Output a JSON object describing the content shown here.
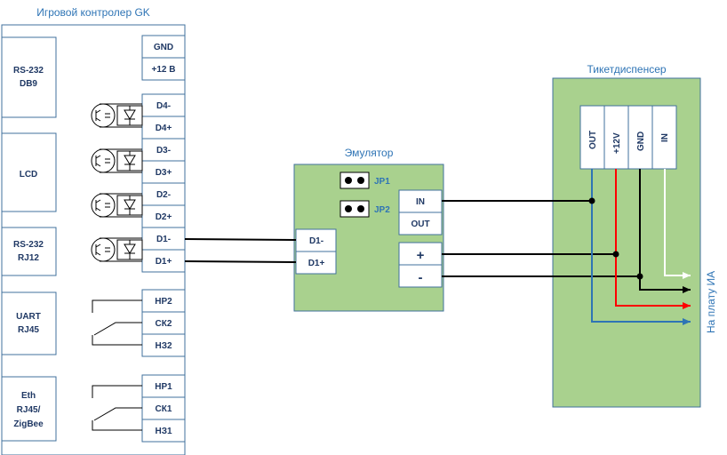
{
  "controller": {
    "title": "Игровой контролер GK",
    "ports": [
      {
        "line1": "RS-232",
        "line2": "DB9"
      },
      {
        "line1": "LCD",
        "line2": ""
      },
      {
        "line1": "RS-232",
        "line2": "RJ12"
      },
      {
        "line1": "UART",
        "line2": "RJ45"
      },
      {
        "line1": "Eth",
        "line2": "RJ45/",
        "line3": "ZigBee"
      }
    ],
    "terminals": [
      "GND",
      "+12 В",
      "D4-",
      "D4+",
      "D3-",
      "D3+",
      "D2-",
      "D2+",
      "D1-",
      "D1+",
      "НР2",
      "СК2",
      "НЗ2",
      "НР1",
      "СК1",
      "НЗ1"
    ]
  },
  "emulator": {
    "title": "Эмулятор",
    "jumpers": [
      "JP1",
      "JP2"
    ],
    "inputs": [
      "D1-",
      "D1+"
    ],
    "io": [
      "IN",
      "OUT"
    ],
    "power": [
      "+",
      "-"
    ]
  },
  "dispenser": {
    "title": "Тикетдиспенсер",
    "pins": [
      "OUT",
      "+12V",
      "GND",
      "IN"
    ]
  },
  "side_label": "На плату ИА",
  "colors": {
    "green": "#a9d18e",
    "box_border": "#41719c",
    "label": "#1f3864",
    "title": "#2e74b5",
    "red": "#ff0000",
    "blue": "#2e74b5"
  }
}
